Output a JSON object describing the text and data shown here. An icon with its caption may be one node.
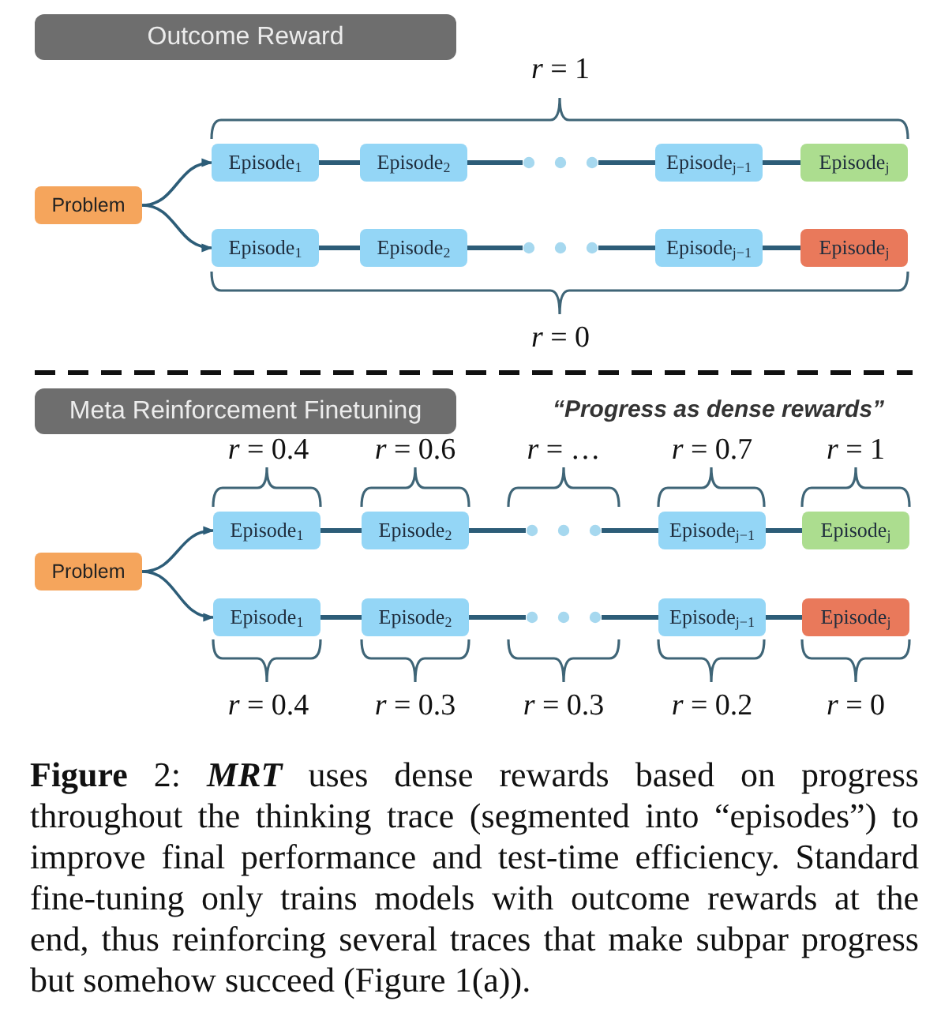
{
  "diagram": {
    "nodes": [
      {
        "text": [
          "Outcome Reward"
        ]
      },
      {
        "text": [
          "Problem"
        ]
      },
      {
        "text": [
          "Episode$_{1}$"
        ]
      },
      {
        "text": [
          "Episode$_{2}$"
        ]
      },
      {
        "text": [],
        "shape": "dots"
      },
      {
        "text": [
          "Episode$_{j−1}$"
        ]
      },
      {
        "text": [
          "Episode$_{j}$"
        ]
      },
      {
        "text": [
          "Episode$_{1}$"
        ]
      },
      {
        "text": [
          "Episode$_{2}$"
        ]
      },
      {
        "text": [],
        "shape": "dots"
      },
      {
        "text": [
          "Episode$_{j−1}$"
        ]
      },
      {
        "text": [
          "Episode$_{j}$"
        ]
      },
      {
        "text": [
          "Meta Reinforcement Finetuning"
        ]
      },
      {
        "text": [
          "Problem"
        ]
      },
      {
        "text": [
          "Episode$_{1}$"
        ]
      },
      {
        "text": [
          "Episode$_{2}$"
        ]
      },
      {
        "text": [],
        "shape": "dots"
      },
      {
        "text": [
          "Episode$_{j−1}$"
        ]
      },
      {
        "text": [
          "Episode$_{j}$"
        ]
      },
      {
        "text": [
          "Episode$_{1}$"
        ]
      },
      {
        "text": [
          "Episode$_{2}$"
        ]
      },
      {
        "text": [],
        "shape": "dots"
      },
      {
        "text": [
          "Episode$_{j−1}$"
        ]
      },
      {
        "text": [
          "Episode$_{j}$"
        ]
      }
    ],
    "edges": [
      {
        "from": 1,
        "to": 2,
        "arrow": "to"
      },
      {
        "from": 1,
        "to": 7,
        "arrow": "to"
      },
      {
        "from": 2,
        "to": 3,
        "arrow": "none"
      },
      {
        "from": 3,
        "to": 4,
        "arrow": "none"
      },
      {
        "from": 4,
        "to": 5,
        "arrow": "none"
      },
      {
        "from": 5,
        "to": 6,
        "arrow": "none"
      },
      {
        "from": 7,
        "to": 8,
        "arrow": "none"
      },
      {
        "from": 8,
        "to": 9,
        "arrow": "none"
      },
      {
        "from": 9,
        "to": 10,
        "arrow": "none"
      },
      {
        "from": 10,
        "to": 11,
        "arrow": "none"
      },
      {
        "from": 13,
        "to": 14,
        "arrow": "to"
      },
      {
        "from": 13,
        "to": 19,
        "arrow": "to"
      },
      {
        "from": 14,
        "to": 15,
        "arrow": "none"
      },
      {
        "from": 15,
        "to": 16,
        "arrow": "none"
      },
      {
        "from": 16,
        "to": 17,
        "arrow": "none"
      },
      {
        "from": 17,
        "to": 18,
        "arrow": "none"
      },
      {
        "from": 19,
        "to": 20,
        "arrow": "none"
      },
      {
        "from": 20,
        "to": 21,
        "arrow": "none"
      },
      {
        "from": 21,
        "to": 22,
        "arrow": "none"
      },
      {
        "from": 22,
        "to": 23,
        "arrow": "none"
      }
    ],
    "labels": [
      "*r* = 1",
      "*r* = 0",
      "“Progress as dense rewards”",
      "*r* = 0.4",
      "*r* = 0.6",
      "*r* = …",
      "*r* = 0.7",
      "*r* = 1",
      "*r* = 0.4",
      "*r* = 0.3",
      "*r* = 0.3",
      "*r* = 0.2",
      "*r* = 0"
    ],
    "caption": "**Figure** 2: *MRT* uses dense rewards based on progress throughout the thinking trace (segmented into “episodes”) to improve final performance and test-time efficiency. Standard fine-tuning only trains models with outcome rewards at the end, thus reinforcing several traces that make subpar progress but somehow succeed (Figure 1(a))."
  }
}
